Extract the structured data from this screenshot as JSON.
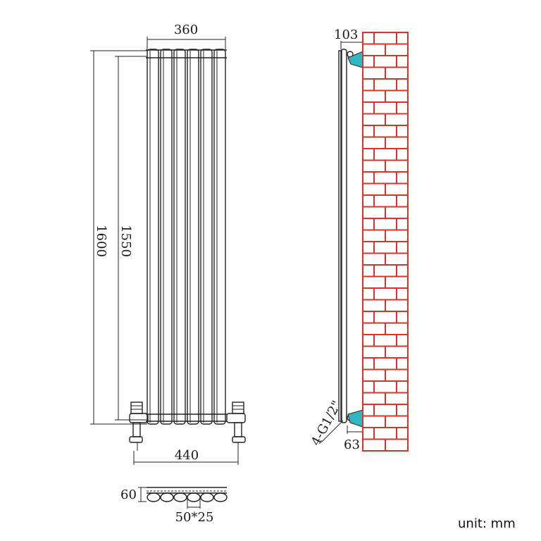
{
  "front_view": {
    "width_label": "360",
    "height_outer_label": "1600",
    "height_inner_label": "1550",
    "valve_spacing_label": "440",
    "columns": 6
  },
  "side_view": {
    "depth_label": "103",
    "connection_label": "4-G1/2\"",
    "offset_label": "63"
  },
  "top_view": {
    "depth_label": "60",
    "tube_section_label": "50*25"
  },
  "unit_label": "unit: mm",
  "colors": {
    "brick": "#d8342c",
    "bracket": "#2fb8c4",
    "line": "#222222"
  }
}
